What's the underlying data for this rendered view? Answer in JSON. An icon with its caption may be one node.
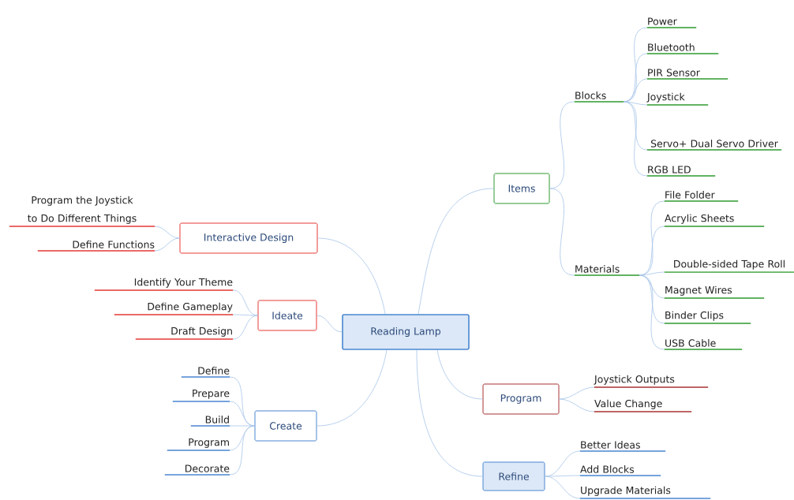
{
  "diagram": {
    "nodes": [
      {
        "text": [
          "Reading Lamp"
        ]
      },
      {
        "text": [
          "Items"
        ]
      },
      {
        "text": [
          "Blocks"
        ]
      },
      {
        "text": [
          "Power"
        ]
      },
      {
        "text": [
          "Bluetooth"
        ]
      },
      {
        "text": [
          "PIR Sensor"
        ]
      },
      {
        "text": [
          "Joystick"
        ]
      },
      {
        "text": [
          "Servo+ Dual Servo Driver"
        ]
      },
      {
        "text": [
          "RGB LED"
        ]
      },
      {
        "text": [
          "Materials"
        ]
      },
      {
        "text": [
          "File Folder"
        ]
      },
      {
        "text": [
          "Acrylic Sheets"
        ]
      },
      {
        "text": [
          "Double-sided Tape Roll"
        ]
      },
      {
        "text": [
          "Magnet Wires"
        ]
      },
      {
        "text": [
          "Binder Clips"
        ]
      },
      {
        "text": [
          "USB Cable"
        ]
      },
      {
        "text": [
          "Program"
        ]
      },
      {
        "text": [
          "Joystick Outputs"
        ]
      },
      {
        "text": [
          "Value Change"
        ]
      },
      {
        "text": [
          "Refine"
        ]
      },
      {
        "text": [
          "Better Ideas"
        ]
      },
      {
        "text": [
          "Add Blocks"
        ]
      },
      {
        "text": [
          "Upgrade Materials"
        ]
      },
      {
        "text": [
          "Interactive Design"
        ]
      },
      {
        "text": [
          "Program the Joystick to Do Different Things"
        ]
      },
      {
        "text": [
          "Define Functions"
        ]
      },
      {
        "text": [
          "Ideate"
        ]
      },
      {
        "text": [
          "Identify Your Theme"
        ]
      },
      {
        "text": [
          "Define Gameplay"
        ]
      },
      {
        "text": [
          "Draft Design"
        ]
      },
      {
        "text": [
          "Create"
        ]
      },
      {
        "text": [
          "Define"
        ]
      },
      {
        "text": [
          "Prepare"
        ]
      },
      {
        "text": [
          "Build"
        ]
      },
      {
        "text": [
          "Program"
        ]
      },
      {
        "text": [
          "Decorate"
        ]
      }
    ],
    "edges": [
      {
        "from": 0,
        "to": 1,
        "arrow": "none"
      },
      {
        "from": 1,
        "to": 2,
        "arrow": "none"
      },
      {
        "from": 2,
        "to": 3,
        "arrow": "none"
      },
      {
        "from": 2,
        "to": 4,
        "arrow": "none"
      },
      {
        "from": 2,
        "to": 5,
        "arrow": "none"
      },
      {
        "from": 2,
        "to": 6,
        "arrow": "none"
      },
      {
        "from": 2,
        "to": 7,
        "arrow": "none"
      },
      {
        "from": 2,
        "to": 8,
        "arrow": "none"
      },
      {
        "from": 1,
        "to": 9,
        "arrow": "none"
      },
      {
        "from": 9,
        "to": 10,
        "arrow": "none"
      },
      {
        "from": 9,
        "to": 11,
        "arrow": "none"
      },
      {
        "from": 9,
        "to": 12,
        "arrow": "none"
      },
      {
        "from": 9,
        "to": 13,
        "arrow": "none"
      },
      {
        "from": 9,
        "to": 14,
        "arrow": "none"
      },
      {
        "from": 9,
        "to": 15,
        "arrow": "none"
      },
      {
        "from": 0,
        "to": 16,
        "arrow": "none"
      },
      {
        "from": 16,
        "to": 17,
        "arrow": "none"
      },
      {
        "from": 16,
        "to": 18,
        "arrow": "none"
      },
      {
        "from": 0,
        "to": 19,
        "arrow": "none"
      },
      {
        "from": 19,
        "to": 20,
        "arrow": "none"
      },
      {
        "from": 19,
        "to": 21,
        "arrow": "none"
      },
      {
        "from": 19,
        "to": 22,
        "arrow": "none"
      },
      {
        "from": 0,
        "to": 23,
        "arrow": "none"
      },
      {
        "from": 23,
        "to": 24,
        "arrow": "none"
      },
      {
        "from": 23,
        "to": 25,
        "arrow": "none"
      },
      {
        "from": 0,
        "to": 26,
        "arrow": "none"
      },
      {
        "from": 26,
        "to": 27,
        "arrow": "none"
      },
      {
        "from": 26,
        "to": 28,
        "arrow": "none"
      },
      {
        "from": 26,
        "to": 29,
        "arrow": "none"
      },
      {
        "from": 0,
        "to": 30,
        "arrow": "none"
      },
      {
        "from": 30,
        "to": 31,
        "arrow": "none"
      },
      {
        "from": 30,
        "to": 32,
        "arrow": "none"
      },
      {
        "from": 30,
        "to": 33,
        "arrow": "none"
      },
      {
        "from": 30,
        "to": 34,
        "arrow": "none"
      },
      {
        "from": 30,
        "to": 35,
        "arrow": "none"
      }
    ]
  }
}
